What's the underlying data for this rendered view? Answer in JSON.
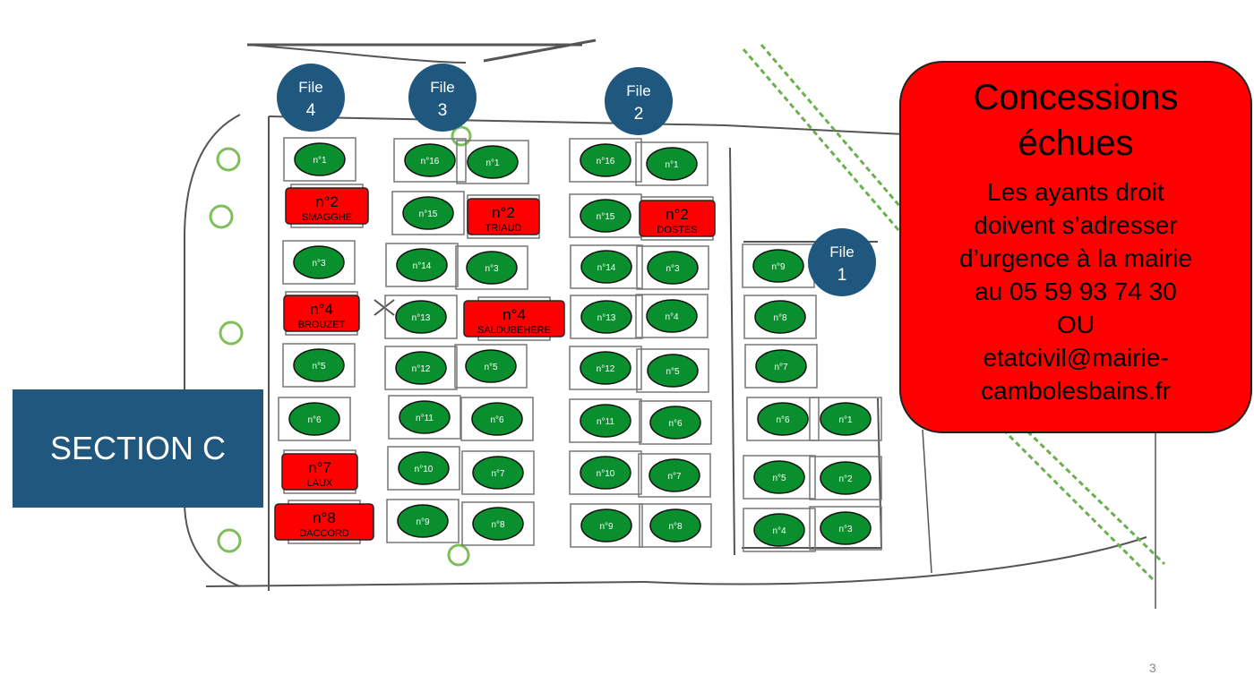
{
  "section_label": "SECTION C",
  "page_number": "3",
  "notice": {
    "title_lines": [
      "Concessions",
      "échues"
    ],
    "body_lines": [
      "Les ayants droit",
      "doivent s’adresser",
      "d’urgence à la mairie",
      "au 05 59 93 74 30",
      "OU",
      "etatcivil@mairie-",
      "cambolesbains.fr"
    ]
  },
  "colors": {
    "active_plot": "#0a8f2e",
    "expired_plot": "#fe0000",
    "file_badge": "#1f577e",
    "notice_bg": "#fe0000",
    "section_bg": "#1f577e"
  },
  "files": [
    {
      "word": "File",
      "num": "4"
    },
    {
      "word": "File",
      "num": "3"
    },
    {
      "word": "File",
      "num": "2"
    },
    {
      "word": "File",
      "num": "1"
    }
  ],
  "plots": [
    {
      "label": "n°1",
      "status": "active"
    },
    {
      "label": "n°2",
      "name": "SMAGGHE",
      "status": "expired"
    },
    {
      "label": "n°3",
      "status": "active"
    },
    {
      "label": "n°4",
      "name": "BROUZET",
      "status": "expired"
    },
    {
      "label": "n°5",
      "status": "active"
    },
    {
      "label": "n°6",
      "status": "active"
    },
    {
      "label": "n°7",
      "name": "LAUX",
      "status": "expired"
    },
    {
      "label": "n°8",
      "name": "DACCORD",
      "status": "expired"
    },
    {
      "label": "n°16",
      "status": "active"
    },
    {
      "label": "n°15",
      "status": "active"
    },
    {
      "label": "n°14",
      "status": "active"
    },
    {
      "label": "n°13",
      "status": "active"
    },
    {
      "label": "n°12",
      "status": "active"
    },
    {
      "label": "n°11",
      "status": "active"
    },
    {
      "label": "n°10",
      "status": "active"
    },
    {
      "label": "n°9",
      "status": "active"
    },
    {
      "label": "n°1",
      "status": "active"
    },
    {
      "label": "n°2",
      "name": "TRIAUD",
      "status": "expired"
    },
    {
      "label": "n°3",
      "status": "active"
    },
    {
      "label": "n°4",
      "name": "SALDUBEHERE",
      "status": "expired"
    },
    {
      "label": "n°5",
      "status": "active"
    },
    {
      "label": "n°6",
      "status": "active"
    },
    {
      "label": "n°7",
      "status": "active"
    },
    {
      "label": "n°8",
      "status": "active"
    },
    {
      "label": "n°16",
      "status": "active"
    },
    {
      "label": "n°15",
      "status": "active"
    },
    {
      "label": "n°14",
      "status": "active"
    },
    {
      "label": "n°13",
      "status": "active"
    },
    {
      "label": "n°12",
      "status": "active"
    },
    {
      "label": "n°11",
      "status": "active"
    },
    {
      "label": "n°10",
      "status": "active"
    },
    {
      "label": "n°9",
      "status": "active"
    },
    {
      "label": "n°1",
      "status": "active"
    },
    {
      "label": "n°2",
      "name": "DOSTES",
      "status": "expired"
    },
    {
      "label": "n°3",
      "status": "active"
    },
    {
      "label": "n°4",
      "status": "active"
    },
    {
      "label": "n°5",
      "status": "active"
    },
    {
      "label": "n°6",
      "status": "active"
    },
    {
      "label": "n°7",
      "status": "active"
    },
    {
      "label": "n°8",
      "status": "active"
    },
    {
      "label": "n°9",
      "status": "active"
    },
    {
      "label": "n°8",
      "status": "active"
    },
    {
      "label": "n°7",
      "status": "active"
    },
    {
      "label": "n°6",
      "status": "active"
    },
    {
      "label": "n°5",
      "status": "active"
    },
    {
      "label": "n°4",
      "status": "active"
    },
    {
      "label": "n°1",
      "status": "active"
    },
    {
      "label": "n°2",
      "status": "active"
    },
    {
      "label": "n°3",
      "status": "active"
    }
  ]
}
